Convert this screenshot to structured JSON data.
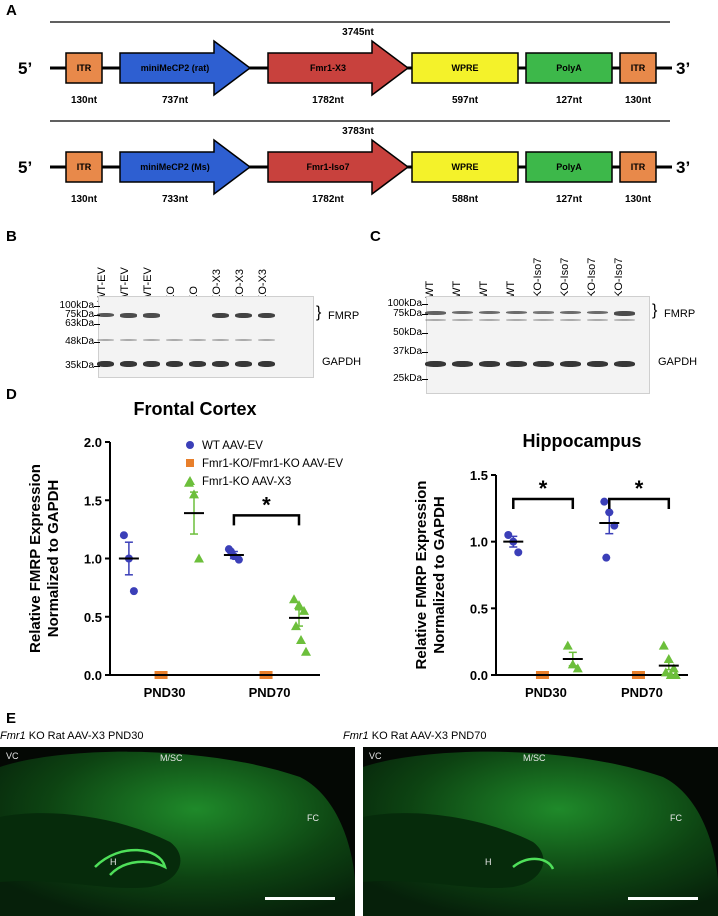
{
  "panels": {
    "A": "A",
    "B": "B",
    "C": "C",
    "D": "D",
    "E": "E"
  },
  "constructs": [
    {
      "total": "3745nt",
      "five": "5’",
      "three": "3’",
      "parts": [
        {
          "label": "ITR",
          "length": "130nt",
          "color": "#e8894a"
        },
        {
          "label": "miniMeCP2 (rat)",
          "length": "737nt",
          "color": "#2e5fd1"
        },
        {
          "label": "Fmr1-X3",
          "length": "1782nt",
          "color": "#c8413d"
        },
        {
          "label": "WPRE",
          "length": "597nt",
          "color": "#f4f22a"
        },
        {
          "label": "PolyA",
          "length": "127nt",
          "color": "#3db84a"
        },
        {
          "label": "ITR",
          "length": "130nt",
          "color": "#e8894a"
        }
      ]
    },
    {
      "total": "3783nt",
      "five": "5’",
      "three": "3’",
      "parts": [
        {
          "label": "ITR",
          "length": "130nt",
          "color": "#e8894a"
        },
        {
          "label": "miniMeCP2 (Ms)",
          "length": "733nt",
          "color": "#2e5fd1"
        },
        {
          "label": "Fmr1-Iso7",
          "length": "1782nt",
          "color": "#c8413d"
        },
        {
          "label": "WPRE",
          "length": "588nt",
          "color": "#f4f22a"
        },
        {
          "label": "PolyA",
          "length": "127nt",
          "color": "#3db84a"
        },
        {
          "label": "ITR",
          "length": "130nt",
          "color": "#e8894a"
        }
      ]
    }
  ],
  "blotB": {
    "lanes": [
      "WT-EV",
      "WT-EV",
      "WT-EV",
      "KO",
      "KO",
      "KO-X3",
      "KO-X3",
      "KO-X3"
    ],
    "markers": [
      "100kDa",
      "75kDa",
      "63kDa",
      "48kDa",
      "35kDa"
    ],
    "fmrp": "FMRP",
    "gapdh": "GAPDH"
  },
  "blotC": {
    "lanes": [
      "WT",
      "WT",
      "WT",
      "WT",
      "KO-Iso7",
      "KO-Iso7",
      "KO-Iso7",
      "KO-Iso7"
    ],
    "markers": [
      "100kDa",
      "75kDa",
      "50kDa",
      "37kDa",
      "25kDa"
    ],
    "fmrp": "FMRP",
    "gapdh": "GAPDH"
  },
  "legend": [
    {
      "label": "WT AAV-EV",
      "color": "#3b3fb8",
      "shape": "circle"
    },
    {
      "label": "Fmr1-KO/Fmr1-KO AAV-EV",
      "color": "#e87f2b",
      "shape": "square"
    },
    {
      "label": "Fmr1-KO AAV-X3",
      "color": "#6cbf3b",
      "shape": "triangle"
    }
  ],
  "chart_data": [
    {
      "type": "scatter",
      "title": "Frontal Cortex",
      "ylabel": "Relative FMRP Expression\nNormalized to GAPDH",
      "categories": [
        "PND30",
        "PND70"
      ],
      "ylim": [
        0,
        2.0
      ],
      "yticks": [
        "0.0",
        "0.5",
        "1.0",
        "1.5",
        "2.0"
      ],
      "significance": [
        {
          "group": "PND70",
          "label": "*"
        }
      ],
      "groups": [
        {
          "category": "PND30",
          "series": [
            {
              "name": "WT AAV-EV",
              "points": [
                1.2,
                1.0,
                0.72
              ],
              "mean": 1.0,
              "sem": 0.14
            },
            {
              "name": "Fmr1-KO/Fmr1-KO AAV-EV",
              "points": [
                0,
                0
              ],
              "mean": 0,
              "sem": 0
            },
            {
              "name": "Fmr1-KO AAV-X3",
              "points": [
                1.65,
                1.55,
                1.0
              ],
              "mean": 1.39,
              "sem": 0.18
            }
          ]
        },
        {
          "category": "PND70",
          "series": [
            {
              "name": "WT AAV-EV",
              "points": [
                1.08,
                1.02,
                0.99,
                1.06
              ],
              "mean": 1.03,
              "sem": 0.03
            },
            {
              "name": "Fmr1-KO/Fmr1-KO AAV-EV",
              "points": [
                0,
                0
              ],
              "mean": 0,
              "sem": 0
            },
            {
              "name": "Fmr1-KO AAV-X3",
              "points": [
                0.65,
                0.6,
                0.55,
                0.42,
                0.3,
                0.2
              ],
              "mean": 0.49,
              "sem": 0.07
            }
          ]
        }
      ]
    },
    {
      "type": "scatter",
      "title": "Hippocampus",
      "ylabel": "Relative FMRP Expression\nNormalized to GAPDH",
      "categories": [
        "PND30",
        "PND70"
      ],
      "ylim": [
        0,
        1.5
      ],
      "yticks": [
        "0.0",
        "0.5",
        "1.0",
        "1.5"
      ],
      "significance": [
        {
          "group": "PND30",
          "label": "*"
        },
        {
          "group": "PND70",
          "label": "*"
        }
      ],
      "groups": [
        {
          "category": "PND30",
          "series": [
            {
              "name": "WT AAV-EV",
              "points": [
                1.05,
                1.0,
                0.92
              ],
              "mean": 1.0,
              "sem": 0.04
            },
            {
              "name": "Fmr1-KO/Fmr1-KO AAV-EV",
              "points": [
                0,
                0
              ],
              "mean": 0,
              "sem": 0
            },
            {
              "name": "Fmr1-KO AAV-X3",
              "points": [
                0.22,
                0.08,
                0.05
              ],
              "mean": 0.12,
              "sem": 0.05
            }
          ]
        },
        {
          "category": "PND70",
          "series": [
            {
              "name": "WT AAV-EV",
              "points": [
                1.3,
                1.22,
                1.12,
                0.88
              ],
              "mean": 1.14,
              "sem": 0.08
            },
            {
              "name": "Fmr1-KO/Fmr1-KO AAV-EV",
              "points": [
                0,
                0
              ],
              "mean": 0,
              "sem": 0
            },
            {
              "name": "Fmr1-KO AAV-X3",
              "points": [
                0.22,
                0.12,
                0.05,
                0.02,
                0.0,
                0.0
              ],
              "mean": 0.07,
              "sem": 0.03
            }
          ]
        }
      ]
    }
  ],
  "panelE": [
    {
      "title_italic": "Fmr1",
      "title_rest": " KO Rat AAV-X3 PND30",
      "regions": [
        "VC",
        "M/SC",
        "FC",
        "H"
      ]
    },
    {
      "title_italic": "Fmr1",
      "title_rest": " KO Rat AAV-X3 PND70",
      "regions": [
        "VC",
        "M/SC",
        "FC",
        "H"
      ]
    }
  ]
}
